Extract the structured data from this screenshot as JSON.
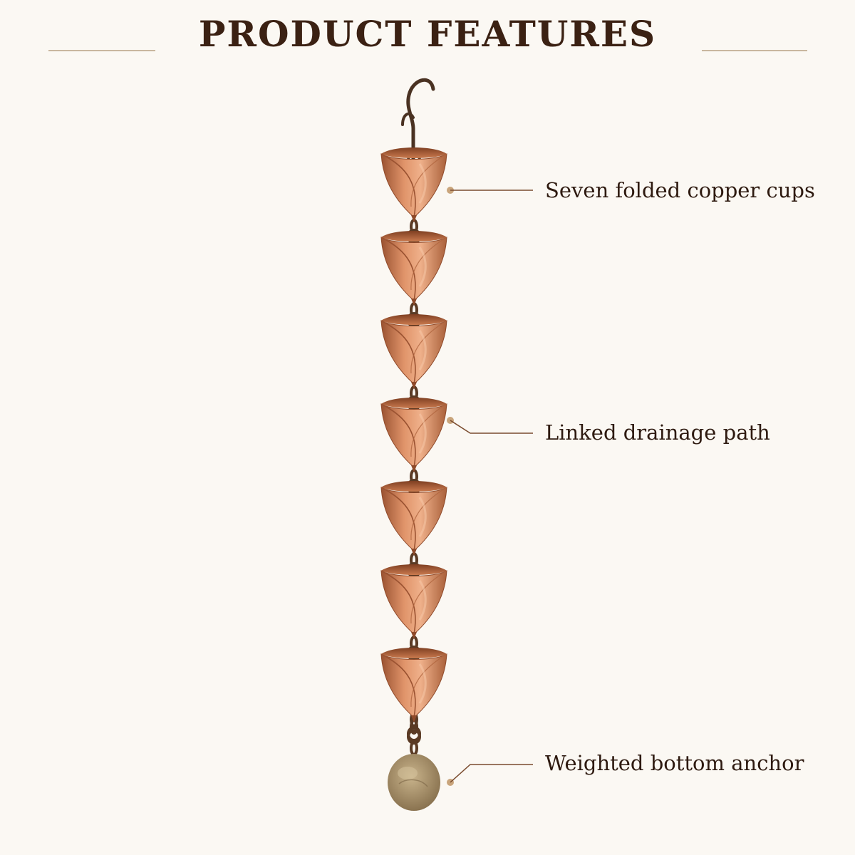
{
  "header": {
    "title": "PRODUCT FEATURES"
  },
  "product": {
    "cup_count": 7,
    "has_hook": true,
    "has_bottom_anchor": true
  },
  "callouts": [
    {
      "label": "Seven folded copper cups"
    },
    {
      "label": "Linked drainage path"
    },
    {
      "label": "Weighted bottom anchor"
    }
  ],
  "colors": {
    "background": "#fbf8f3",
    "title": "#3b2113",
    "rule": "#c9b79f",
    "copper_light": "#e9a47a",
    "copper_mid": "#c9764a",
    "copper_dark": "#8f4a2a",
    "chain": "#5a3a24",
    "callout_line": "#7a4b2e",
    "callout_dot": "#c9a57c",
    "stone": "#a8916a"
  }
}
